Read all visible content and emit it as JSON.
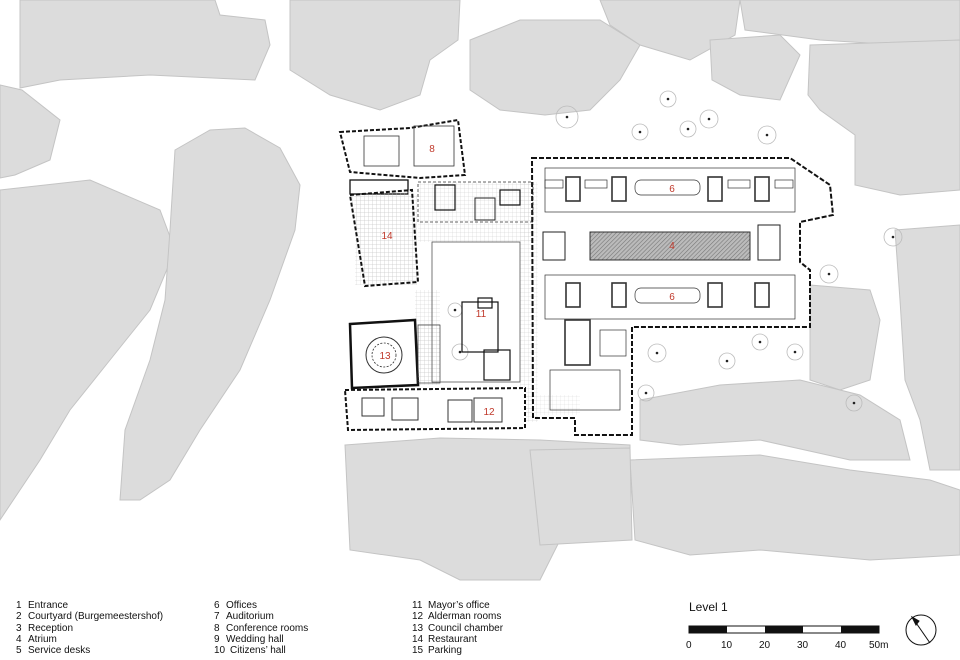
{
  "plan": {
    "level_label": "Level 1",
    "room_labels": {
      "offices_top": "6",
      "offices_bottom": "6",
      "atrium": "4",
      "conference": "8",
      "restaurant": "14",
      "mayors_office": "11",
      "council_chamber": "13",
      "alderman_rooms": "12"
    },
    "colors": {
      "building": "#dcdcdc",
      "building_edge": "#c4c4c4",
      "wall": "#111111",
      "room_label": "#c0392b",
      "hatch": "#8a8a8a",
      "grid": "#bdbdbd"
    }
  },
  "legend": {
    "col1": [
      {
        "num": "1",
        "label": "Entrance"
      },
      {
        "num": "2",
        "label": "Courtyard (Burgemeestershof)"
      },
      {
        "num": "3",
        "label": "Reception"
      },
      {
        "num": "4",
        "label": "Atrium"
      },
      {
        "num": "5",
        "label": "Service desks"
      }
    ],
    "col2": [
      {
        "num": "6",
        "label": "Offices"
      },
      {
        "num": "7",
        "label": "Auditorium"
      },
      {
        "num": "8",
        "label": "Conference rooms"
      },
      {
        "num": "9",
        "label": "Wedding hall"
      },
      {
        "num": "10",
        "label": "Citizens’ hall"
      }
    ],
    "col3": [
      {
        "num": "11",
        "label": "Mayor’s office"
      },
      {
        "num": "12",
        "label": "Alderman rooms"
      },
      {
        "num": "13",
        "label": "Council chamber"
      },
      {
        "num": "14",
        "label": "Restaurant"
      },
      {
        "num": "15",
        "label": "Parking"
      }
    ]
  },
  "scale": {
    "ticks": [
      "0",
      "10",
      "20",
      "30",
      "40",
      "50m"
    ]
  },
  "north_arrow": {
    "icon": "north-arrow-icon"
  }
}
